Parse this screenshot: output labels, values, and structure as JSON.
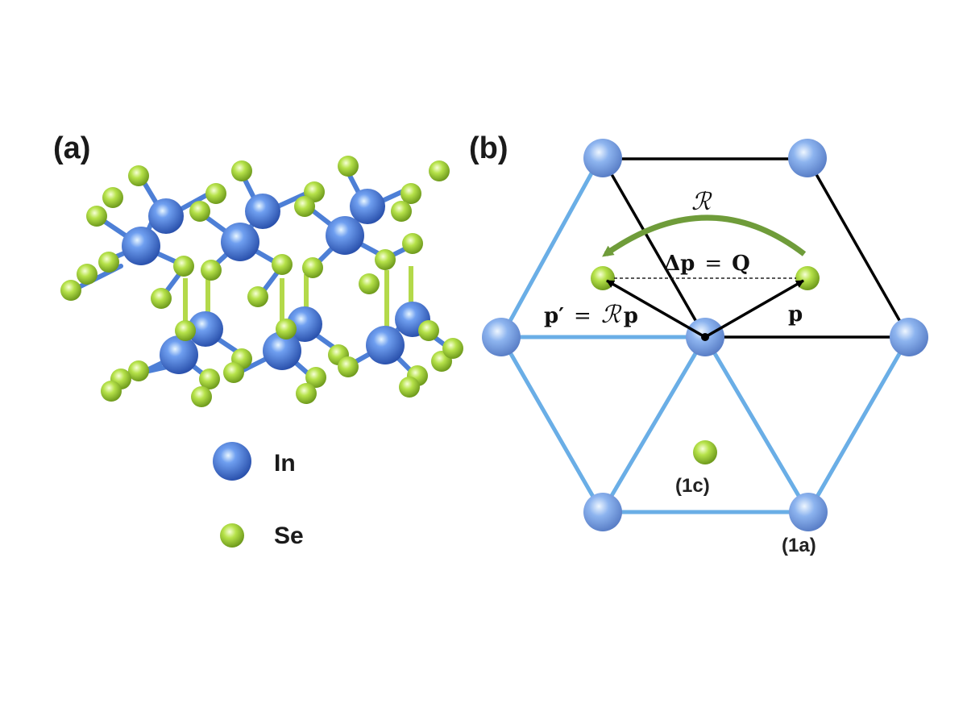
{
  "panel_a": {
    "label": "(a)",
    "legend": [
      {
        "element": "In",
        "color": "#3f73d6"
      },
      {
        "element": "Se",
        "color": "#a7d93a"
      }
    ]
  },
  "panel_b": {
    "label": "(b)",
    "rotation_symbol": "ℛ",
    "delta_eq": {
      "lhs": "Δp",
      "eq": "=",
      "rhs": "Q"
    },
    "p_prime_eq": {
      "lhs": "p′",
      "eq": "=",
      "rhs_script": "ℛ",
      "rhs_p": "p"
    },
    "p_label": "p",
    "site_1c": "(1c)",
    "site_1a": "(1a)",
    "colors": {
      "lattice_line": "#6aaee6",
      "cell_line": "#000000",
      "arrow_green": "#6f9c3a",
      "in_atom": "#7ea6e8",
      "se_atom": "#a7d93a"
    }
  }
}
